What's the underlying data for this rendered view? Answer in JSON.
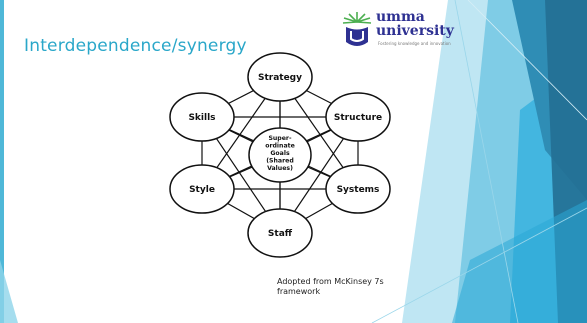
{
  "slide": {
    "title": "Interdependence/synergy",
    "caption": "Adopted from McKinsey 7s framework"
  },
  "logo": {
    "line1": "umma",
    "line2": "university",
    "tagline": "Fostering knowledge and innovation"
  },
  "diagram": {
    "nodes": {
      "strategy": "Strategy",
      "structure": "Structure",
      "systems": "Systems",
      "staff": "Staff",
      "style": "Style",
      "skills": "Skills",
      "center": [
        "Super-",
        "ordinate",
        "Goals",
        "(Shared",
        "Values)"
      ]
    }
  },
  "colors": {
    "title": "#2aa7c9",
    "logo_text": "#2e3192",
    "logo_green": "#4caf50",
    "accent_dark": "#1f7fa6",
    "accent_light": "#8fd4ea"
  },
  "icons": [
    "umma-logo-icon"
  ]
}
